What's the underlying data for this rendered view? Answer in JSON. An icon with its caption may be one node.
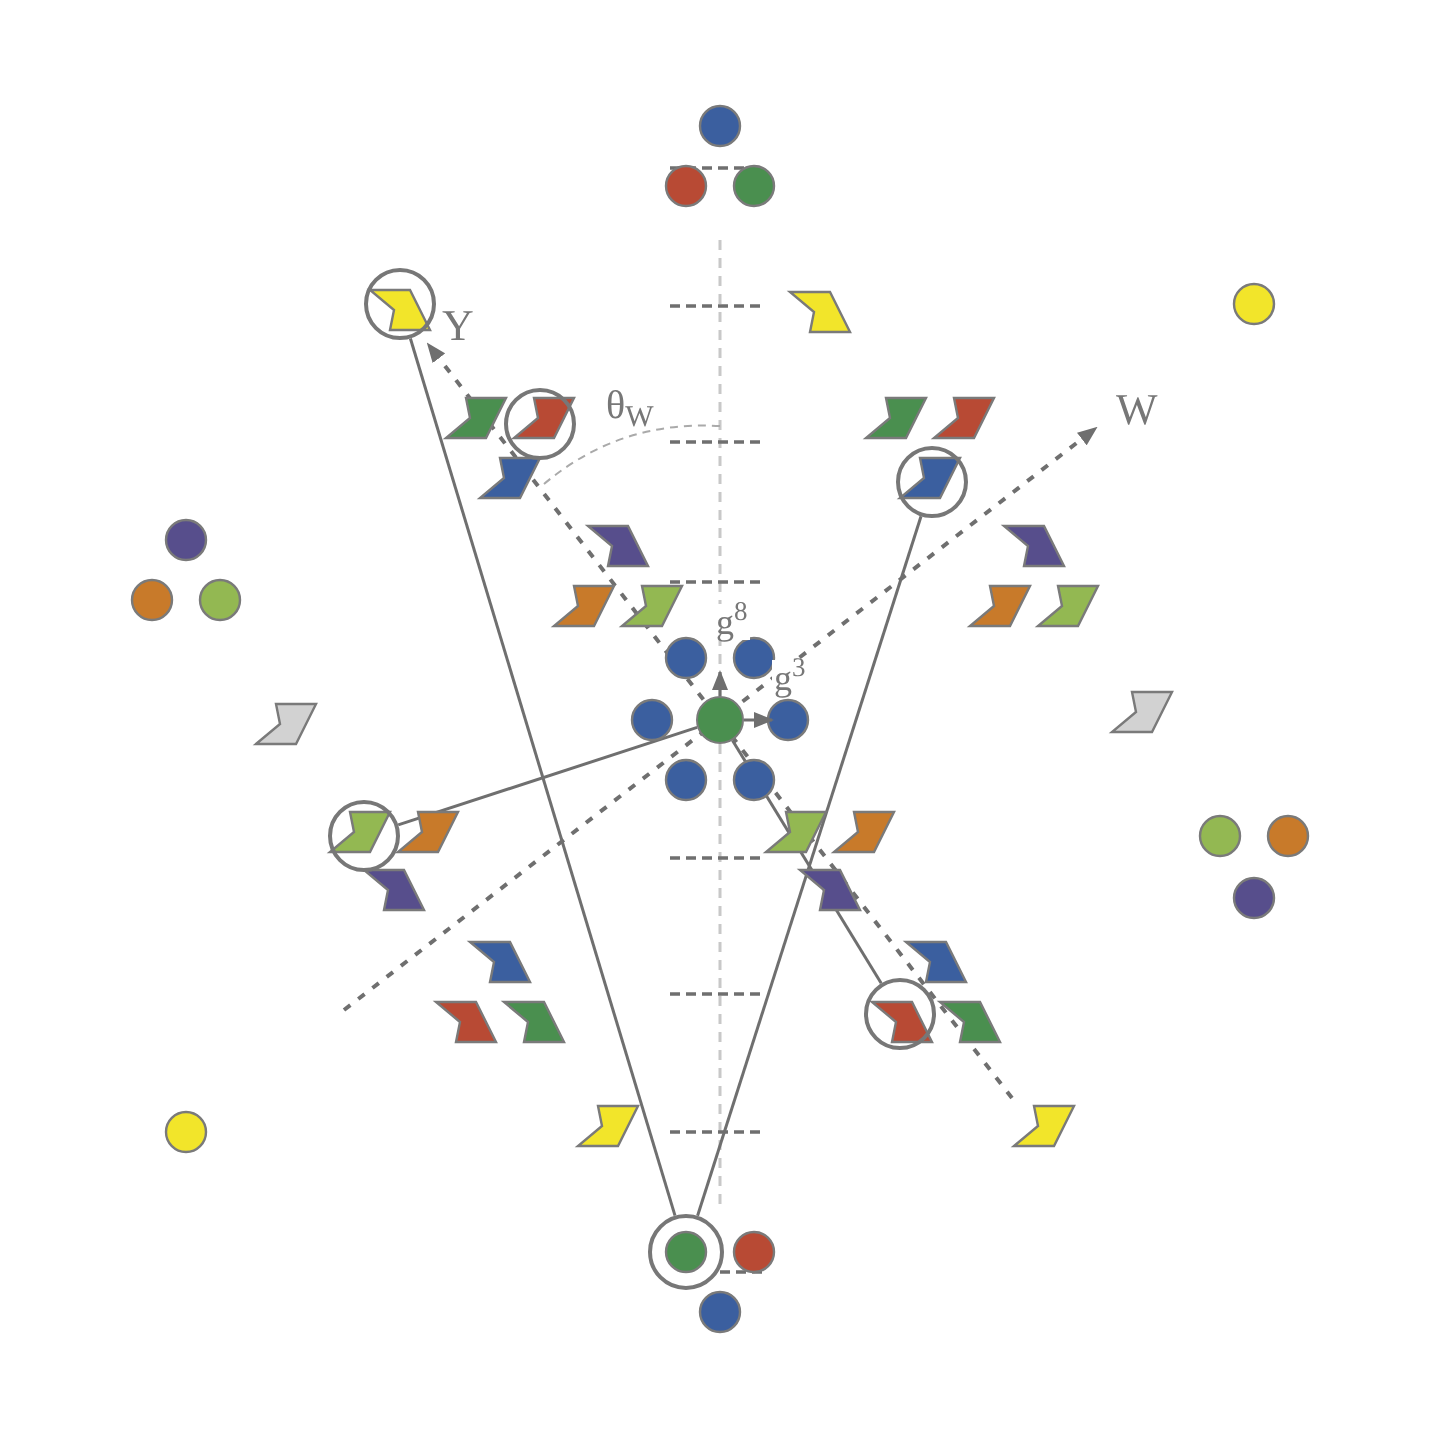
{
  "diagram": {
    "nodes": [
      {
        "text": [],
        "shape": "circle"
      },
      {
        "text": [],
        "shape": "circle"
      },
      {
        "text": [],
        "shape": "circle"
      },
      {
        "text": [],
        "shape": "circle"
      },
      {
        "text": [],
        "shape": "circle"
      },
      {
        "text": [],
        "shape": "circle"
      },
      {
        "text": [],
        "shape": "circle"
      }
    ],
    "edges": [
      {
        "from": 5,
        "to": 0,
        "arrow": "none"
      },
      {
        "from": 5,
        "to": 2,
        "arrow": "none"
      },
      {
        "from": 6,
        "to": 3,
        "arrow": "none"
      },
      {
        "from": 6,
        "to": 4,
        "arrow": "none"
      }
    ],
    "labels": [
      "Y",
      "θ$_{W}$",
      "W",
      "g$^{8}$",
      "g$^{3}$"
    ]
  }
}
